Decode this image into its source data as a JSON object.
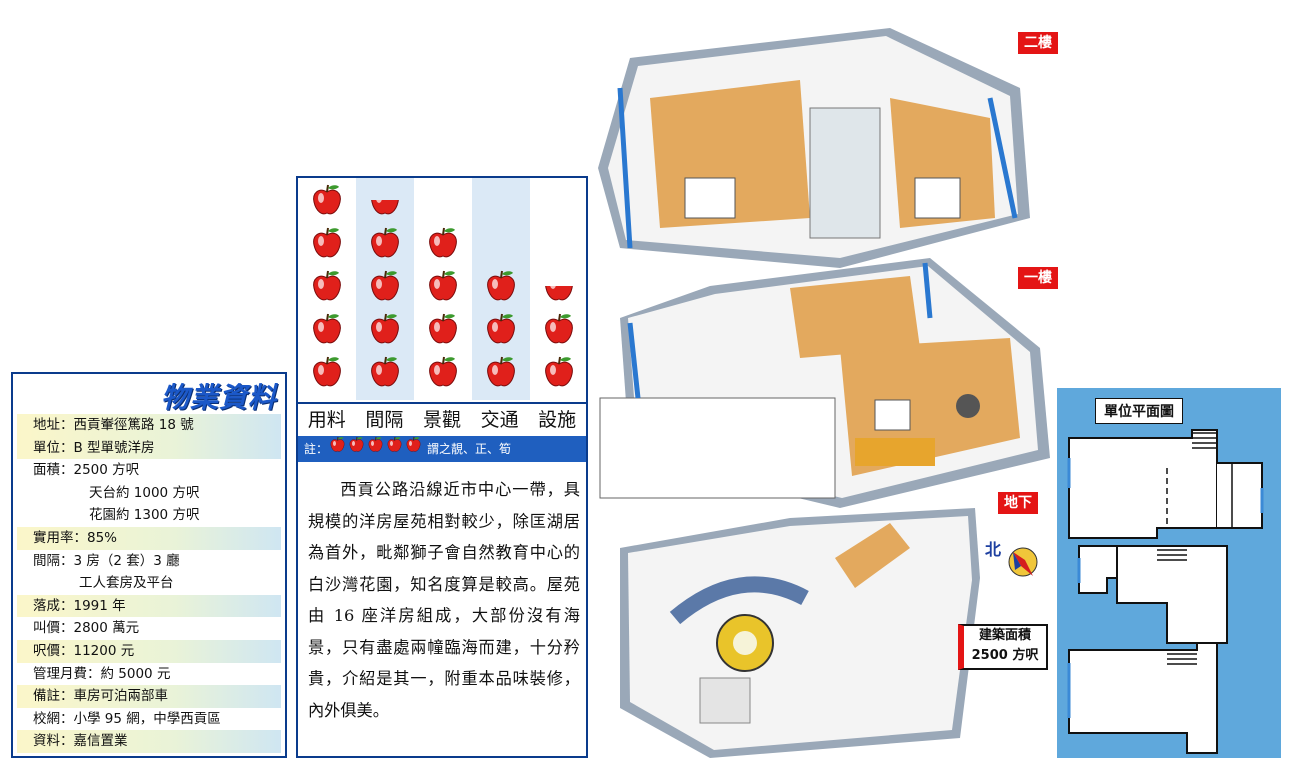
{
  "info_box": {
    "title": "物業資料",
    "rows": [
      {
        "text": "地址：西貢輋徑篤路 18 號",
        "style": "shade"
      },
      {
        "text": "單位：B 型單號洋房",
        "style": "shade"
      },
      {
        "text": "面積：2500 方呎",
        "style": "plain"
      },
      {
        "text": "天台約 1000 方呎",
        "style": "plain indent"
      },
      {
        "text": "花園約 1300 方呎",
        "style": "plain indent"
      },
      {
        "text": "實用率：85%",
        "style": "shade"
      },
      {
        "text": "間隔：3 房（2 套）3 廳",
        "style": "plain"
      },
      {
        "text": "工人套房及平台",
        "style": "plain indent2"
      },
      {
        "text": "落成：1991 年",
        "style": "shade"
      },
      {
        "text": "叫價：2800 萬元",
        "style": "plain"
      },
      {
        "text": "呎價：11200 元",
        "style": "shade"
      },
      {
        "text": "管理月費：約 5000 元",
        "style": "plain"
      },
      {
        "text": "備註：車房可泊兩部車",
        "style": "shade"
      },
      {
        "text": "校網：小學 95 網，中學西貢區",
        "style": "plain"
      },
      {
        "text": "資料：嘉信置業",
        "style": "shade"
      }
    ]
  },
  "rating": {
    "categories": [
      "用料",
      "間隔",
      "景觀",
      "交通",
      "設施"
    ],
    "scores": [
      5,
      4.5,
      4,
      3,
      2.5
    ],
    "max": 5,
    "note_prefix": "註：",
    "note_suffix": "謂之靚、正、筍",
    "apple_color": "#e0201b",
    "column_shade": "#dbe9f6"
  },
  "description": "西貢公路沿線近市中心一帶，具規模的洋房屋苑相對較少，除匡湖居為首外，毗鄰獅子會自然教育中心的白沙灣花園，知名度算是較高。屋苑由 16 座洋房組成，大部份沒有海景，只有盡處兩幢臨海而建，十分矜貴，介紹是其一，附重本品味裝修，內外俱美。",
  "floors": {
    "upper": "二樓",
    "ground": "一樓",
    "basement": "地下"
  },
  "compass_label": "北",
  "area": {
    "label": "建築面積",
    "value": "2500 方呎"
  },
  "unit_plan": {
    "title": "單位平面圖",
    "background": "#5fa8dc"
  }
}
